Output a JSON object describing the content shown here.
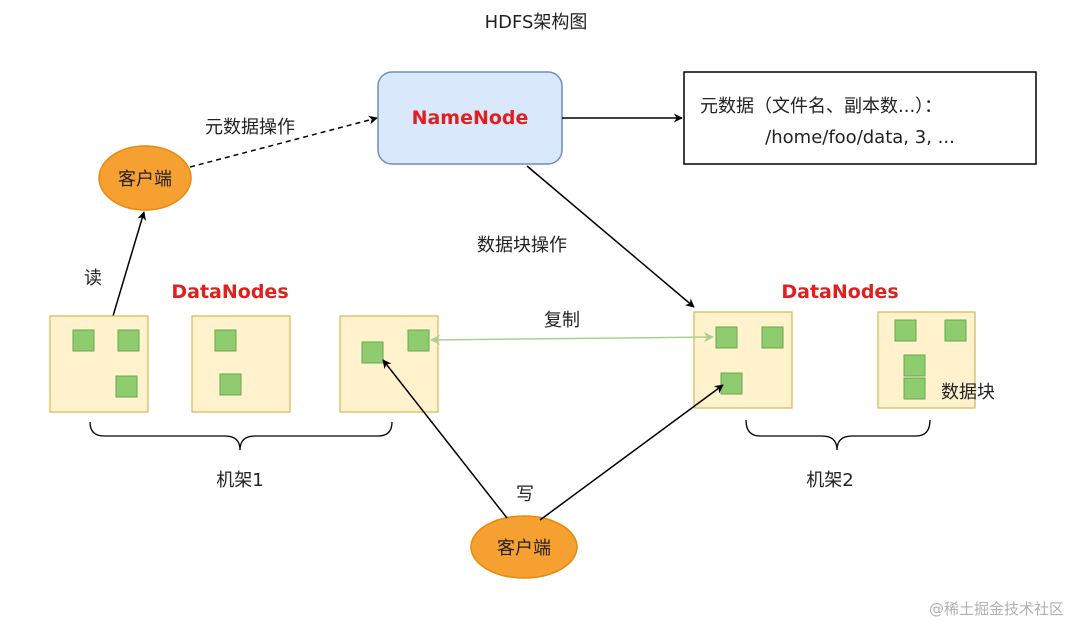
{
  "title": "HDFS架构图",
  "namenode": {
    "label": "NameNode"
  },
  "metadata": {
    "line1": "元数据（文件名、副本数...）：",
    "line2": "/home/foo/data, 3, ..."
  },
  "edge_labels": {
    "metadata_ops": "元数据操作",
    "block_ops": "数据块操作",
    "read": "读",
    "write": "写",
    "replication": "复制",
    "block": "数据块"
  },
  "clients": {
    "top": "客户端",
    "bottom": "客户端"
  },
  "datanodes_labels": {
    "rack1": "DataNodes",
    "rack2": "DataNodes"
  },
  "racks": {
    "rack1": "机架1",
    "rack2": "机架2"
  },
  "watermark": "@稀土掘金技术社区",
  "colors": {
    "namenode_fill": "#dae8fc",
    "namenode_stroke": "#6c8ebf",
    "label_red": "#e02020",
    "client_fill": "#f5a030",
    "client_stroke": "#e58a10",
    "datanode_fill": "#fff2cc",
    "datanode_stroke": "#d6b656",
    "block_fill": "#8fcc6f",
    "block_stroke": "#6aa84f",
    "replication_line": "#a9d18e"
  }
}
